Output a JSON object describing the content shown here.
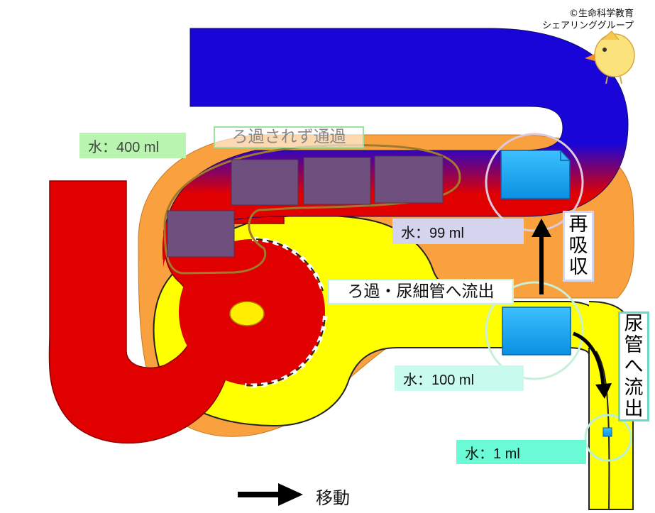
{
  "copyright": {
    "line1": "©生命科学教育",
    "line2": "シェアリンググループ"
  },
  "labels": {
    "filtered_not": "ろ過されず通過",
    "filtration_out": "ろ過・尿細管へ流出",
    "water_400": "水：400 ml",
    "water_99": "水：99 ml",
    "water_100": "水：100 ml",
    "water_1": "水：1 ml",
    "reabsorption_chars": [
      "再",
      "吸",
      "収"
    ],
    "urine_out_chars": [
      "尿",
      "管",
      "へ",
      "流",
      "出"
    ],
    "move": "移動"
  },
  "colors": {
    "artery_red": "#e10000",
    "vein_blue": "#1400c8",
    "tubule_yellow": "#ffff00",
    "capsule_orange": "#f9a03f",
    "water_block": "#1aa8f0",
    "solute_block": "#6e4f7e",
    "label_green_bg": "#b9f5b0",
    "label_lavender_bg": "#d4d4ee",
    "label_mint_bg": "#c8fbee",
    "label_teal_bg": "#6bfad6"
  }
}
